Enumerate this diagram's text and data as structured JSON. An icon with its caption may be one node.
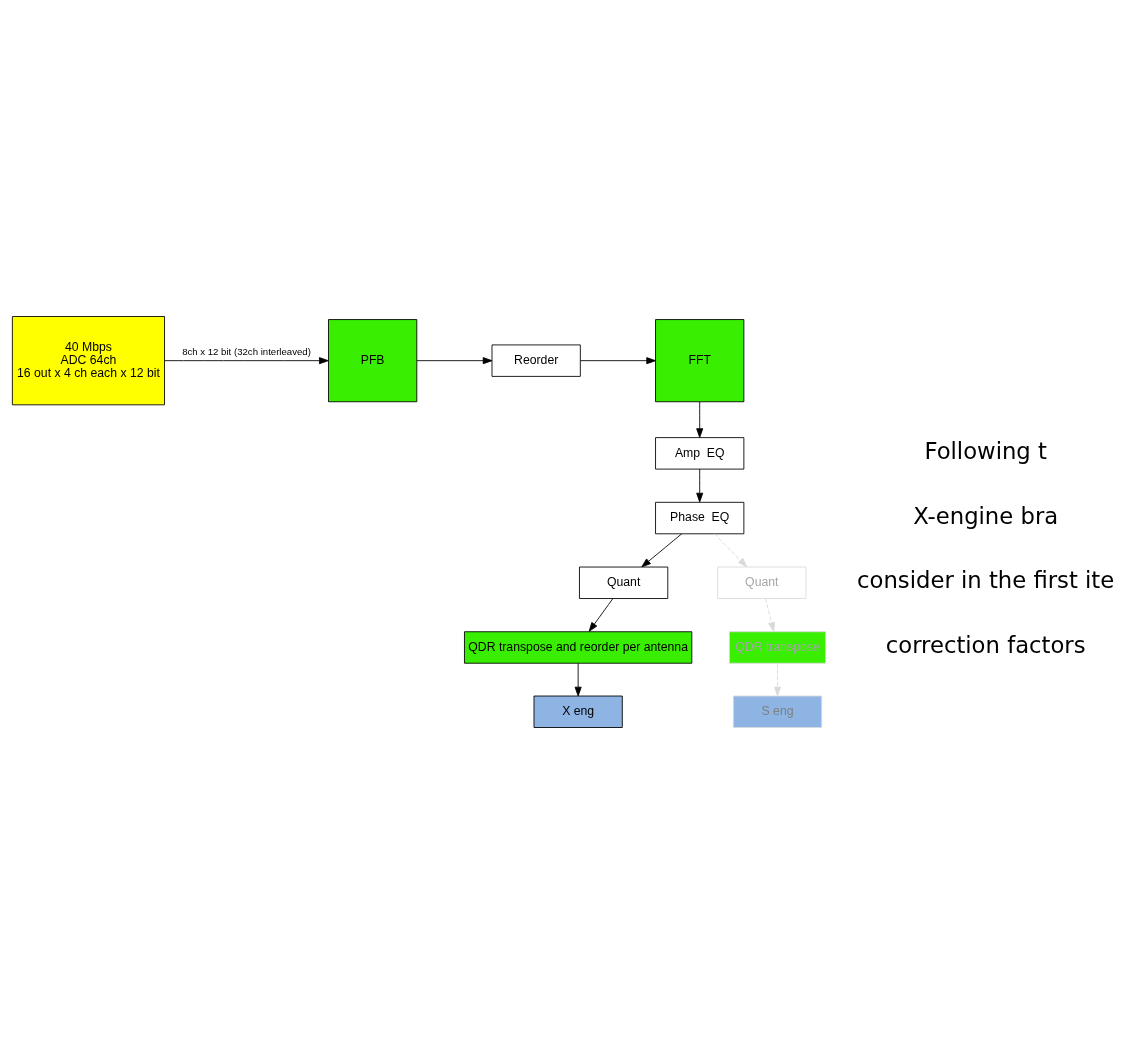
{
  "diagram": {
    "nodes": [
      {
        "text": [
          "40 Mbps",
          "ADC 64ch",
          "16 out x 4 ch each x 12 bit"
        ]
      },
      {
        "text": [
          "PFB"
        ]
      },
      {
        "text": [
          "Reorder"
        ]
      },
      {
        "text": [
          "FFT"
        ]
      },
      {
        "text": [
          "Amp  EQ"
        ]
      },
      {
        "text": [
          "Phase  EQ"
        ]
      },
      {
        "text": [
          "Quant"
        ]
      },
      {
        "text": [
          "QDR transpose and reorder per antenna"
        ]
      },
      {
        "text": [
          "X eng"
        ]
      },
      {
        "text": [
          "Quant"
        ]
      },
      {
        "text": [
          "QDR transpose"
        ]
      },
      {
        "text": [
          "S eng"
        ]
      }
    ],
    "edges": [
      {
        "from": 0,
        "to": 1,
        "arrow": "to",
        "label": "8ch x 12 bit (32ch interleaved)"
      },
      {
        "from": 1,
        "to": 2,
        "arrow": "to"
      },
      {
        "from": 2,
        "to": 3,
        "arrow": "to"
      },
      {
        "from": 3,
        "to": 4,
        "arrow": "to"
      },
      {
        "from": 4,
        "to": 5,
        "arrow": "to"
      },
      {
        "from": 5,
        "to": 6,
        "arrow": "to"
      },
      {
        "from": 6,
        "to": 7,
        "arrow": "to"
      },
      {
        "from": 7,
        "to": 8,
        "arrow": "to"
      },
      {
        "from": 5,
        "to": 9,
        "arrow": "to",
        "style": "dashed",
        "color": "#d9d9d9"
      },
      {
        "from": 9,
        "to": 10,
        "arrow": "to",
        "style": "dashed",
        "color": "#d9d9d9"
      },
      {
        "from": 10,
        "to": 11,
        "arrow": "to",
        "style": "dashed",
        "color": "#d9d9d9"
      }
    ],
    "labels": [
      "Following t",
      "X-engine bra",
      "consider in the first ite",
      "correction factors"
    ]
  }
}
